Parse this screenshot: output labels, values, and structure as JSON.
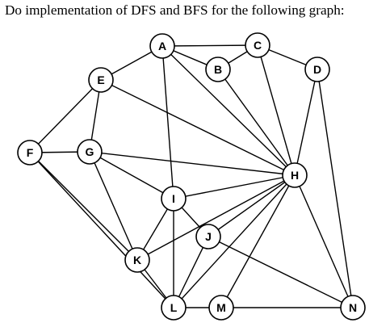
{
  "question": {
    "text": "Do implementation of DFS and BFS for the following graph:"
  },
  "graph": {
    "nodes": [
      "A",
      "B",
      "C",
      "D",
      "E",
      "F",
      "G",
      "H",
      "I",
      "J",
      "K",
      "L",
      "M",
      "N"
    ],
    "edges": [
      [
        "A",
        "B"
      ],
      [
        "A",
        "C"
      ],
      [
        "A",
        "E"
      ],
      [
        "A",
        "H"
      ],
      [
        "A",
        "I"
      ],
      [
        "B",
        "C"
      ],
      [
        "B",
        "H"
      ],
      [
        "C",
        "D"
      ],
      [
        "C",
        "H"
      ],
      [
        "D",
        "H"
      ],
      [
        "D",
        "N"
      ],
      [
        "E",
        "F"
      ],
      [
        "E",
        "G"
      ],
      [
        "E",
        "H"
      ],
      [
        "F",
        "G"
      ],
      [
        "F",
        "K"
      ],
      [
        "F",
        "L"
      ],
      [
        "G",
        "H"
      ],
      [
        "G",
        "I"
      ],
      [
        "G",
        "K"
      ],
      [
        "H",
        "I"
      ],
      [
        "H",
        "J"
      ],
      [
        "H",
        "K"
      ],
      [
        "H",
        "L"
      ],
      [
        "H",
        "M"
      ],
      [
        "H",
        "N"
      ],
      [
        "I",
        "J"
      ],
      [
        "I",
        "K"
      ],
      [
        "I",
        "L"
      ],
      [
        "J",
        "L"
      ],
      [
        "J",
        "N"
      ],
      [
        "K",
        "L"
      ],
      [
        "L",
        "M"
      ],
      [
        "M",
        "N"
      ]
    ]
  }
}
